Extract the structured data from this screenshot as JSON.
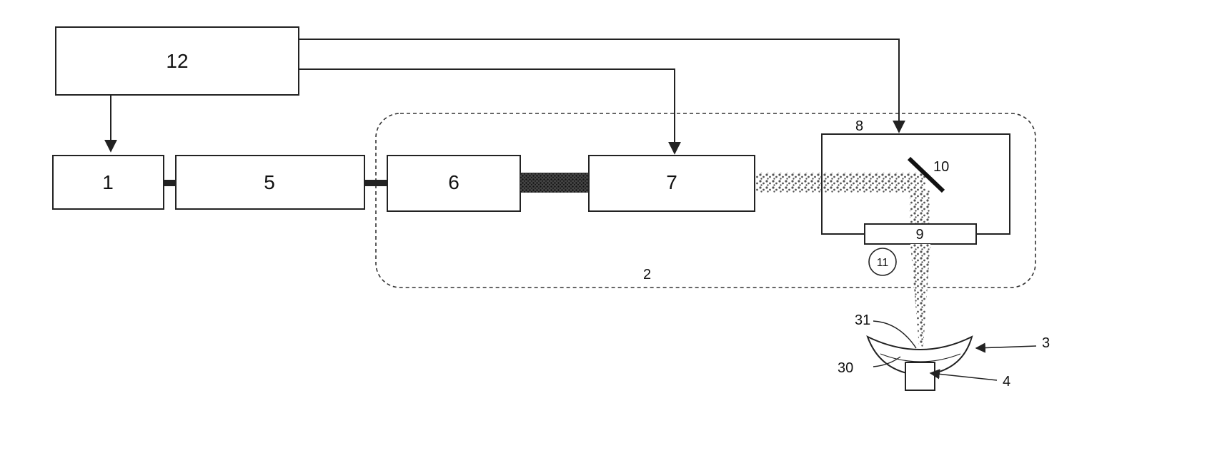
{
  "diagram": {
    "labels": {
      "box_1": "1",
      "box_5": "5",
      "box_6": "6",
      "box_7": "7",
      "box_12": "12",
      "enclosure_2": "2",
      "module_8": "8",
      "window_9": "9",
      "mirror_10": "10",
      "sensor_11": "11",
      "lens_3": "3",
      "stage_4": "4",
      "lens_layer_30": "30",
      "lens_surface_31": "31"
    },
    "colors": {
      "line": "#222222",
      "dashed_border": "#333333",
      "beam_dots": "#555555",
      "background": "#ffffff"
    }
  }
}
